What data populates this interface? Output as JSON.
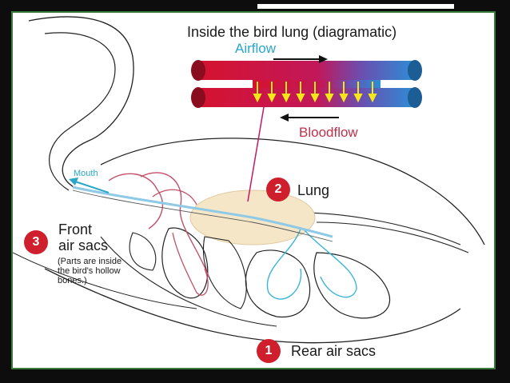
{
  "title": "Inside the bird lung (diagramatic)",
  "airflow_label": "Airflow",
  "bloodflow_label": "Bloodflow",
  "mouth_label": "Mouth",
  "markers": {
    "lung": {
      "number": "2",
      "label": "Lung"
    },
    "front": {
      "number": "3",
      "label_line1": "Front",
      "label_line2": "air sacs",
      "note_lines": [
        "(Parts are inside",
        "the bird's hollow",
        "bones.)"
      ]
    },
    "rear": {
      "number": "1",
      "label": "Rear air sacs"
    }
  },
  "colors": {
    "frame": "#0d0d0d",
    "border": "#3a7d3a",
    "badge": "#cf1f2d",
    "blood_red": "#d6122f",
    "air_blue": "#2b8fd6",
    "airflow_text": "#2aa6c9",
    "bloodflow_text": "#c0314a",
    "exchange_arrow": "#f5e61a",
    "lung_fill": "#f6e6c8",
    "vessel": "#c2506a"
  }
}
